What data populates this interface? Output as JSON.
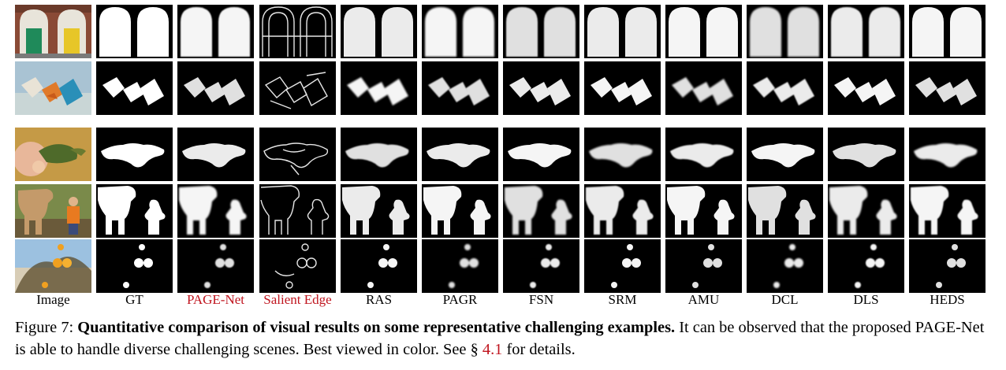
{
  "columns": [
    "Image",
    "GT",
    "PAGE-Net",
    "Salient Edge",
    "RAS",
    "PAGR",
    "FSN",
    "SRM",
    "AMU",
    "DCL",
    "DLS",
    "HEDS"
  ],
  "highlight_columns": [
    "PAGE-Net",
    "Salient Edge"
  ],
  "highlight_color": "#c0151f",
  "rows": [
    "doors",
    "pillows",
    "turtle",
    "goat-child",
    "oranges"
  ],
  "caption": {
    "prefix": "Figure 7: ",
    "bold": "Quantitative comparison of visual results on some representative challenging examples.",
    "text": " It can be observed that the proposed PAGE-Net is able to handle diverse challenging scenes. Best viewed in color. See § ",
    "ref": "4.1",
    "suffix": " for details."
  }
}
